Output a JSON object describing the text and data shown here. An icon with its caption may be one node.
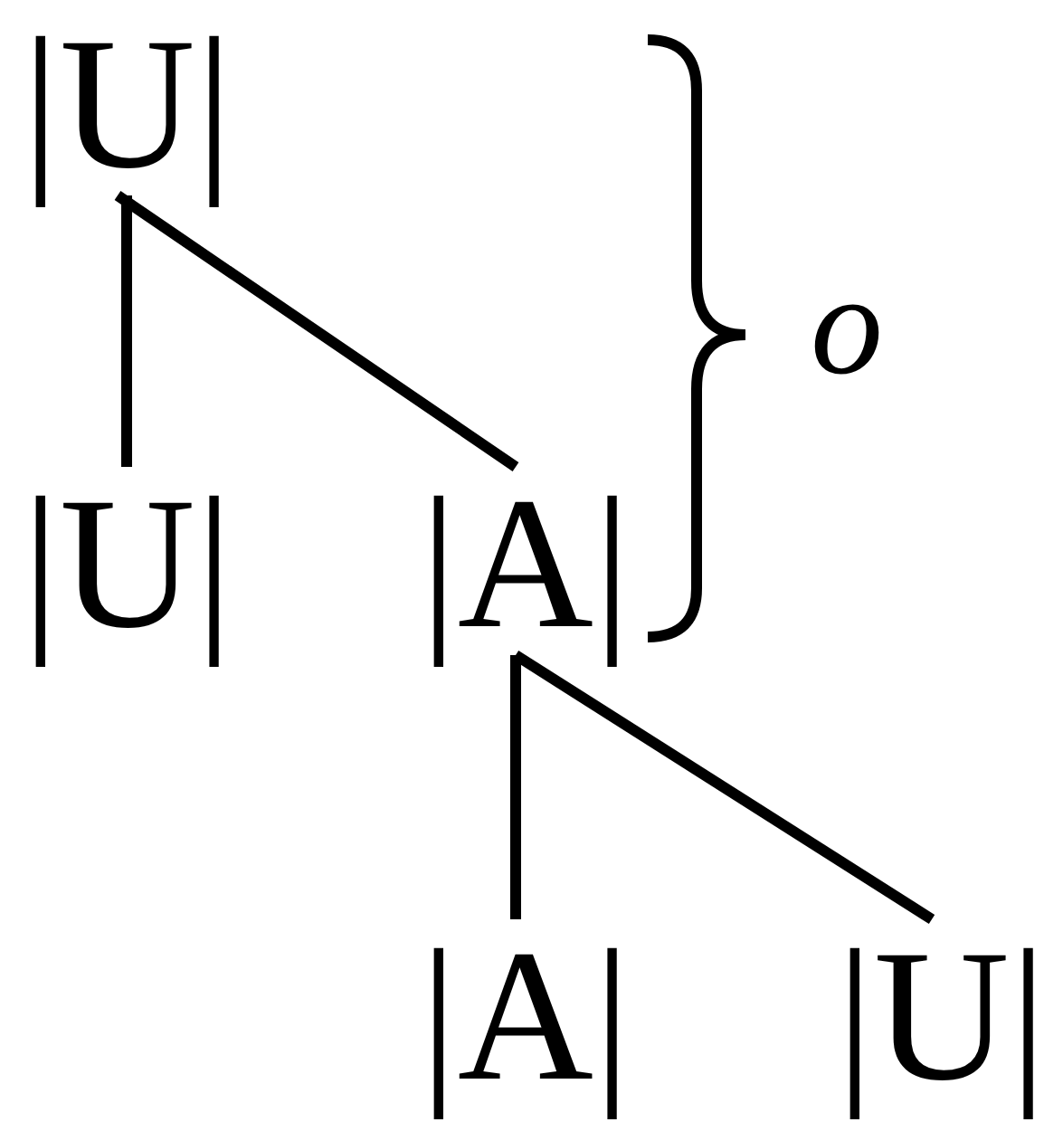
{
  "diagram": {
    "nodes": [
      {
        "text": [
          "|U|"
        ]
      },
      {
        "text": [
          "|U|"
        ]
      },
      {
        "text": [
          "|A|"
        ]
      },
      {
        "text": [
          "|A|"
        ]
      },
      {
        "text": [
          "|U|"
        ]
      }
    ],
    "edges": [
      {
        "from": 0,
        "to": 1,
        "arrow": "none"
      },
      {
        "from": 0,
        "to": 2,
        "arrow": "none"
      },
      {
        "from": 2,
        "to": 3,
        "arrow": "none"
      },
      {
        "from": 2,
        "to": 4,
        "arrow": "none"
      }
    ],
    "labels": [
      "o"
    ]
  }
}
